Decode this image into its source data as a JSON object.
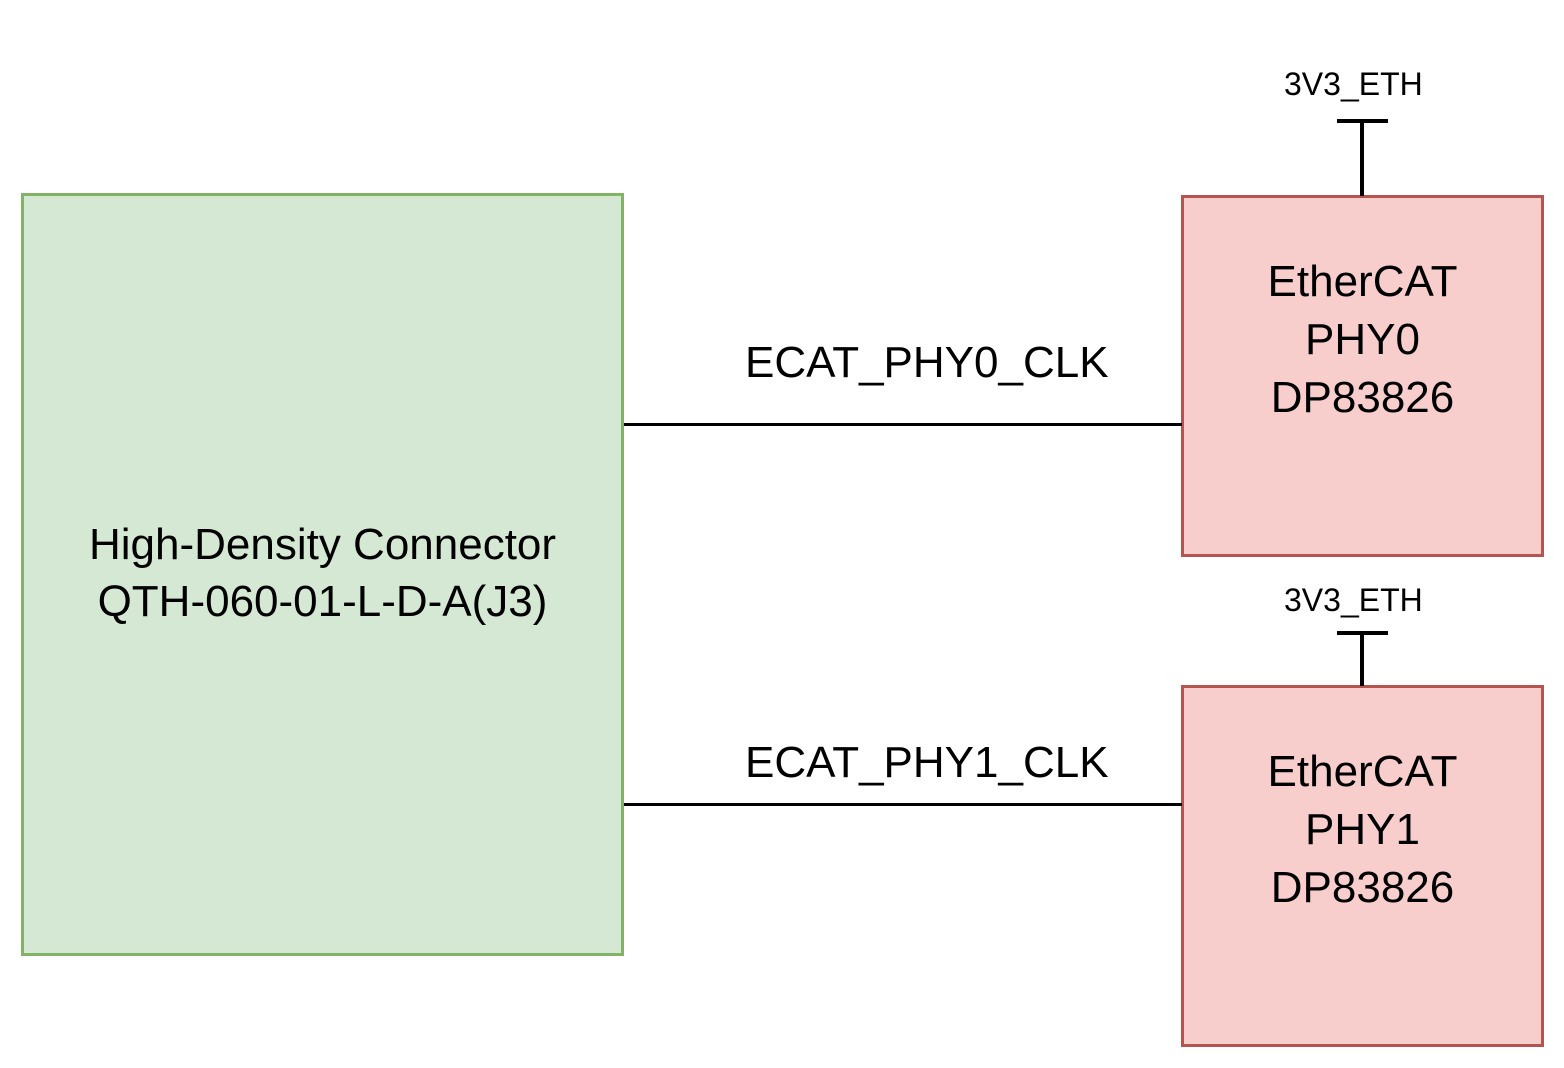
{
  "connector": {
    "line1": "High-Density Connector",
    "line2": "QTH-060-01-L-D-A(J3)"
  },
  "phy0": {
    "line1": "EtherCAT",
    "line2": "PHY0",
    "line3": "DP83826",
    "power": "3V3_ETH",
    "net": "ECAT_PHY0_CLK"
  },
  "phy1": {
    "line1": "EtherCAT",
    "line2": "PHY1",
    "line3": "DP83826",
    "power": "3V3_ETH",
    "net": "ECAT_PHY1_CLK"
  },
  "colors": {
    "connector_fill": "#d5e8d4",
    "connector_stroke": "#82b366",
    "phy_fill": "#f8cecc",
    "phy_stroke": "#b85450",
    "wire": "#000000"
  }
}
